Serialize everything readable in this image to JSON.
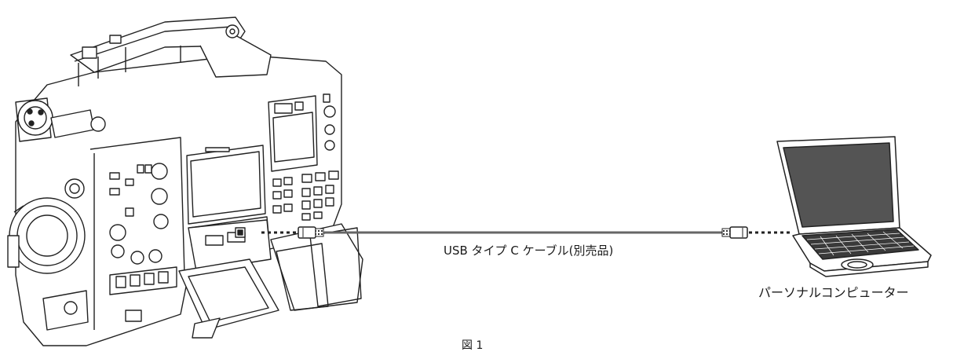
{
  "diagram": {
    "cable_label": "USB タイプ C ケーブル(別売品)",
    "pc_label": "パーソナルコンピューター",
    "caption": "図 1"
  }
}
